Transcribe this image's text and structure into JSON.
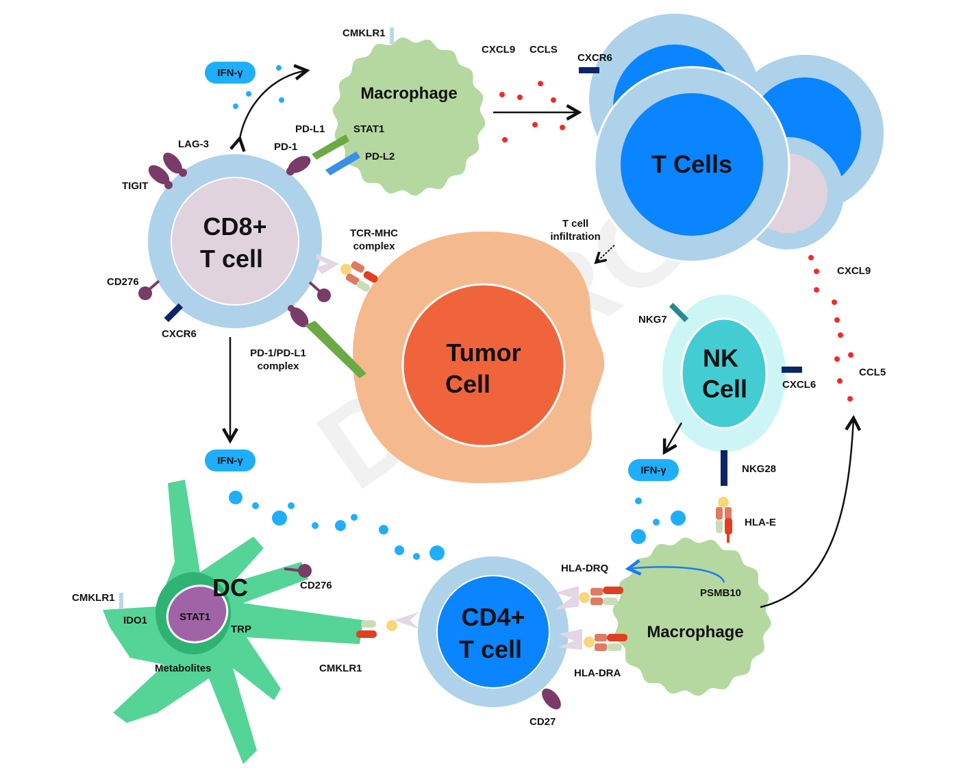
{
  "cells": {
    "cd8": [
      "CD8+",
      "T cell"
    ],
    "macrophage_top": "Macrophage",
    "t_cells": "T Cells",
    "tumor": [
      "Tumor",
      "Cell"
    ],
    "nk": [
      "NK",
      "Cell"
    ],
    "dc": "DC",
    "cd4": [
      "CD4+",
      "T cell"
    ],
    "macrophage_bottom": "Macrophage"
  },
  "labels": {
    "cmklr1_top": "CMKLR1",
    "cxcl9_top": "CXCL9",
    "ccls_top": "CCLS",
    "cxcr6_top": "CXCR6",
    "pd_l1": "PD-L1",
    "stat1_top": "STAT1",
    "pd_1": "PD-1",
    "pd_l2": "PD-L2",
    "lag3": "LAG-3",
    "tigit": "TIGIT",
    "cd276_left": "CD276",
    "cxcr6_left": "CXCR6",
    "tcr_mhc": [
      "TCR-MHC",
      "complex"
    ],
    "pd1_pdl1": [
      "PD-1/PD-L1",
      "complex"
    ],
    "t_cell_infiltration": [
      "T cell",
      "infiltration"
    ],
    "cxcl9_right": "CXCL9",
    "ccl5_right": "CCL5",
    "nkg7": "NKG7",
    "cxcl6": "CXCL6",
    "nkg28": "NKG28",
    "hla_e": "HLA-E",
    "hla_drq": "HLA-DRQ",
    "psmb10": "PSMB10",
    "hla_dra": "HLA-DRA",
    "cd27": "CD27",
    "cmklr1_bottom": "CMKLR1",
    "cd276_dc": "CD276",
    "cmklr1_dc": "CMKLR1",
    "ido1": "IDO1",
    "stat1_dc": "STAT1",
    "trp": "TRP",
    "metabolites": "Metabolites"
  },
  "pills": {
    "ifn_top": "IFN-γ",
    "ifn_mid": "IFN-γ",
    "ifn_nk": "IFN-γ"
  },
  "watermark": "DEARGEN",
  "colors": {
    "t_cell_outer": "#aed2ea",
    "t_cell_core": "#0a84ff",
    "cd8_core": "#e0d3de",
    "macrophage": "#b5d8a0",
    "tumor_outer": "#f5b98e",
    "tumor_core": "#f0643c",
    "nk_outer": "#cef5f5",
    "nk_core": "#43cdd2",
    "dc": "#55d497",
    "receptor_purple": "#7a3b68",
    "cxcr6_navy": "#0b2566",
    "ifn_blue": "#1faefc",
    "chemokine_red": "#f02a2a"
  }
}
